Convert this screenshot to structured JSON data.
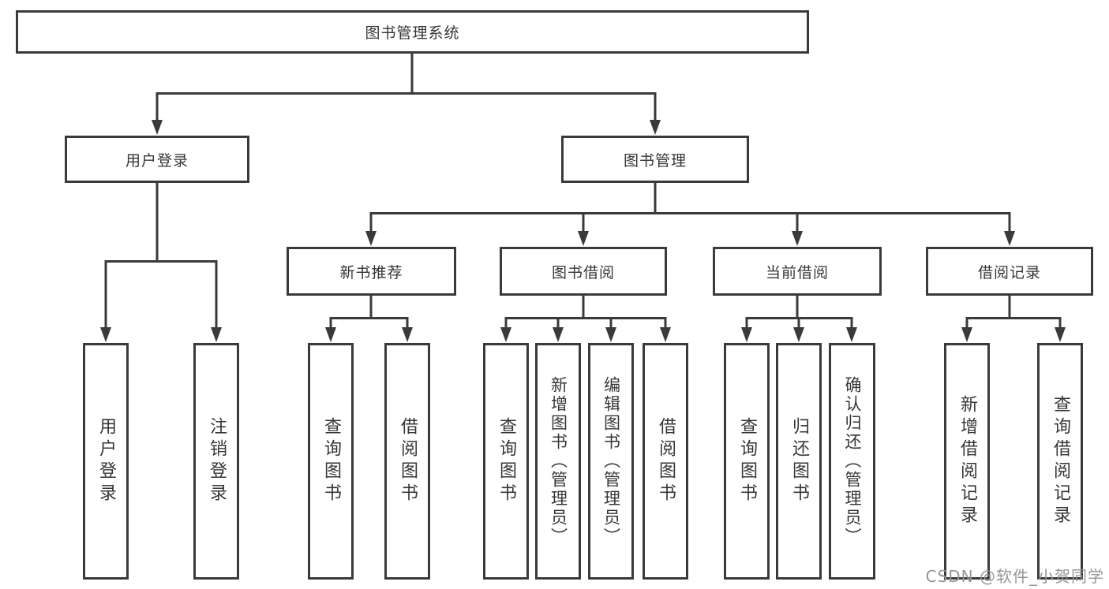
{
  "diagram": {
    "type": "hierarchy-diagram",
    "watermark": "CSDN @软件_小贺同学",
    "colors": {
      "line": "#3a3a3a",
      "border": "#3a3a3a",
      "text": "#363636",
      "background": "#ffffff",
      "watermark": "#969696"
    },
    "tree": {
      "label": "图书管理系统",
      "children": [
        {
          "label": "用户登录",
          "children": [
            {
              "label": "用户登录"
            },
            {
              "label": "注销登录"
            }
          ]
        },
        {
          "label": "图书管理",
          "children": [
            {
              "label": "新书推荐",
              "children": [
                {
                  "label": "查询图书"
                },
                {
                  "label": "借阅图书"
                }
              ]
            },
            {
              "label": "图书借阅",
              "children": [
                {
                  "label": "查询图书"
                },
                {
                  "label": "新增图书（管理员）"
                },
                {
                  "label": "编辑图书（管理员）"
                },
                {
                  "label": "借阅图书"
                }
              ]
            },
            {
              "label": "当前借阅",
              "children": [
                {
                  "label": "查询图书"
                },
                {
                  "label": "归还图书"
                },
                {
                  "label": "确认归还（管理员）"
                }
              ]
            },
            {
              "label": "借阅记录",
              "children": [
                {
                  "label": "新增借阅记录"
                },
                {
                  "label": "查询借阅记录"
                }
              ]
            }
          ]
        }
      ]
    }
  }
}
